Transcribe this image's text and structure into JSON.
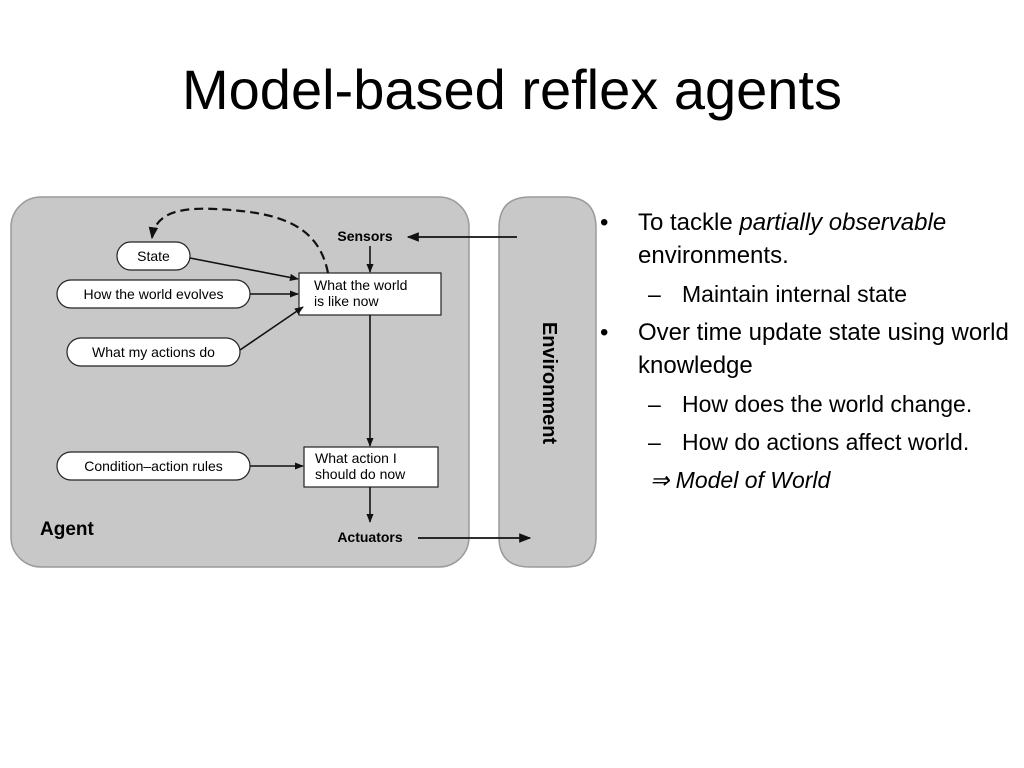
{
  "slide": {
    "title": "Model-based reflex agents"
  },
  "diagram": {
    "agent_label": "Agent",
    "environment_label": "Environment",
    "sensors": "Sensors",
    "actuators": "Actuators",
    "ovals": {
      "state": "State",
      "world_evolves": "How the world evolves",
      "my_actions": "What my actions do",
      "rules": "Condition–action rules"
    },
    "boxes": {
      "world_now_1": "What the world",
      "world_now_2": "is like now",
      "action_now_1": "What action I",
      "action_now_2": "should do now"
    }
  },
  "bullets": {
    "b1_prefix": "To tackle ",
    "b1_em": "partially observable",
    "b1_suffix": " environments.",
    "b1_sub1": "Maintain internal state",
    "b2": "Over time update state using world knowledge",
    "b2_sub1": "How does the world change.",
    "b2_sub2": "How do actions affect world.",
    "conclusion_symbol": "⇒",
    "conclusion": " Model of World",
    "bullet_glyph": "•",
    "dash_glyph": "–"
  }
}
